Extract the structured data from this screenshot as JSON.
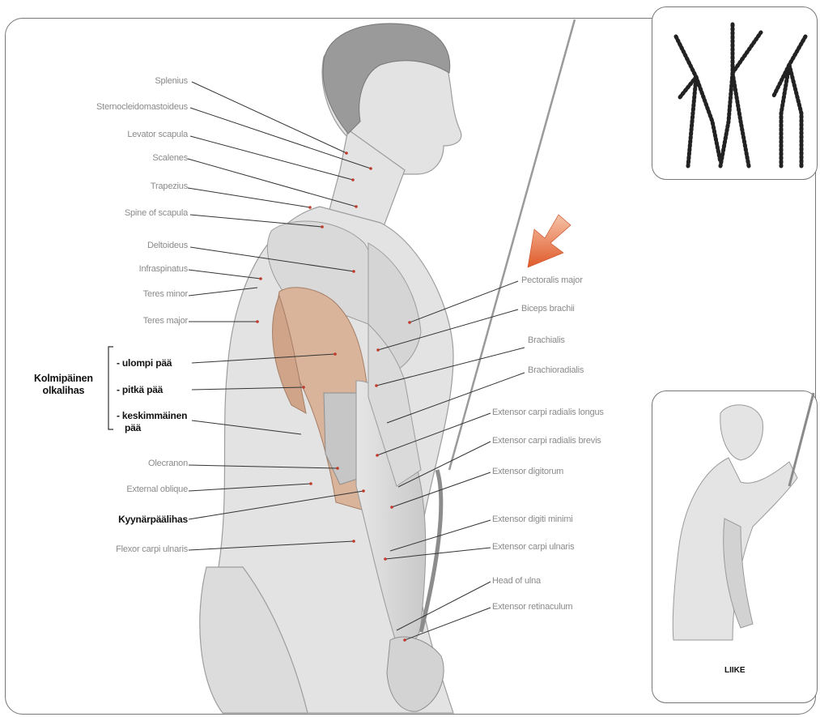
{
  "left_labels": [
    {
      "key": "splenius",
      "text": "Splenius"
    },
    {
      "key": "sternocleidomastoideus",
      "text": "Sternocleidomastoideus"
    },
    {
      "key": "levator_scapula",
      "text": "Levator scapula"
    },
    {
      "key": "scalenes",
      "text": "Scalenes"
    },
    {
      "key": "trapezius",
      "text": "Trapezius"
    },
    {
      "key": "spine_of_scapula",
      "text": "Spine of scapula"
    },
    {
      "key": "deltoideus",
      "text": "Deltoideus"
    },
    {
      "key": "infraspinatus",
      "text": "Infraspinatus"
    },
    {
      "key": "teres_minor",
      "text": "Teres minor"
    },
    {
      "key": "teres_major",
      "text": "Teres major"
    },
    {
      "key": "olecranon",
      "text": "Olecranon"
    },
    {
      "key": "external_oblique",
      "text": "External oblique"
    },
    {
      "key": "flexor_carpi_ulnaris",
      "text": "Flexor carpi ulnaris"
    }
  ],
  "triceps_group": {
    "title_line1": "Kolmipäinen",
    "title_line2": "olkalihas",
    "heads": [
      {
        "key": "ulompi",
        "text": "- ulompi pää"
      },
      {
        "key": "pitka",
        "text": "- pitkä pää"
      },
      {
        "key": "keskimmainen_1",
        "text": "- keskimmäinen"
      },
      {
        "key": "keskimmainen_2",
        "text": "pää"
      }
    ]
  },
  "kyynarpaalihas": "Kyynärpäälihas",
  "right_labels": [
    {
      "key": "pectoralis_major",
      "text": "Pectoralis major"
    },
    {
      "key": "biceps_brachii",
      "text": "Biceps brachii"
    },
    {
      "key": "brachialis",
      "text": "Brachialis"
    },
    {
      "key": "brachioradialis",
      "text": "Brachioradialis"
    },
    {
      "key": "ecr_longus",
      "text": "Extensor carpi radialis longus"
    },
    {
      "key": "ecr_brevis",
      "text": "Extensor carpi radialis brevis"
    },
    {
      "key": "extensor_digitorum",
      "text": "Extensor digitorum"
    },
    {
      "key": "extensor_digiti_minimi",
      "text": "Extensor digiti minimi"
    },
    {
      "key": "extensor_carpi_ulnaris",
      "text": "Extensor carpi ulnaris"
    },
    {
      "key": "head_of_ulna",
      "text": "Head of ulna"
    },
    {
      "key": "extensor_retinaculum",
      "text": "Extensor retinaculum"
    }
  ],
  "inset_caption": "LIIKE",
  "colors": {
    "leader_line": "#333333",
    "marker_dot": "#c0392b",
    "highlight_muscle": "#d9b49a",
    "arrow": "#e05a2a",
    "body_shade": "#d7d7d7"
  }
}
